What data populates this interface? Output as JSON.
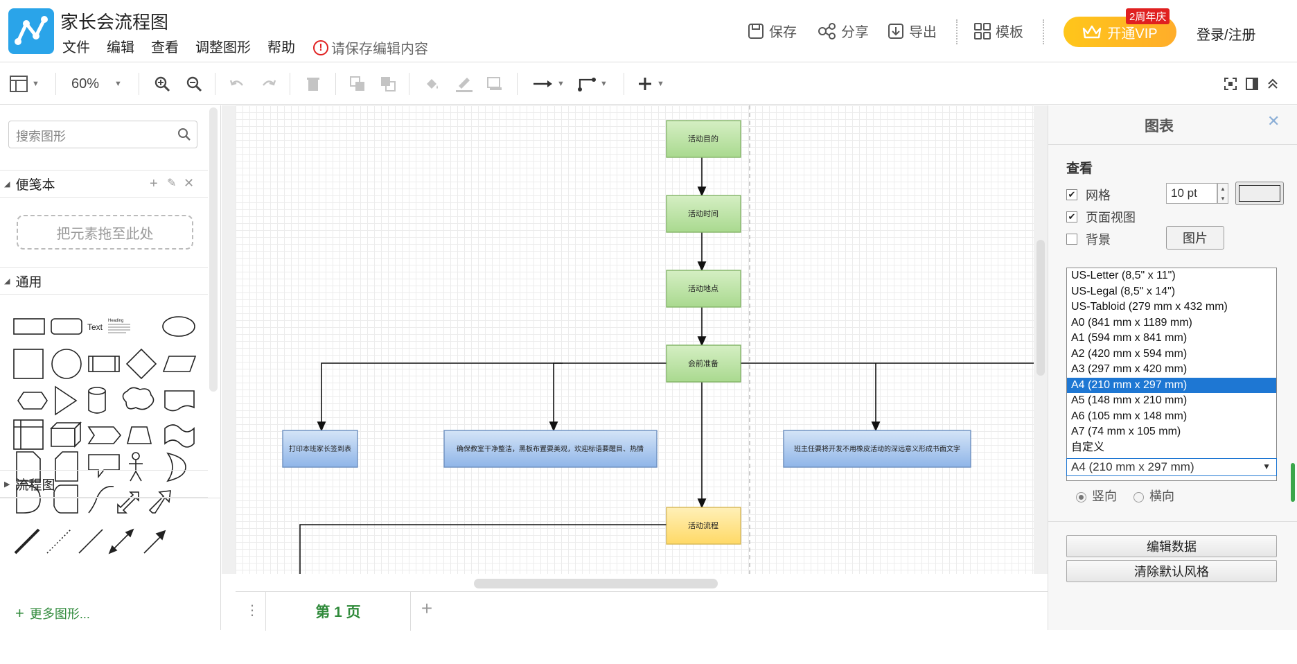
{
  "header": {
    "title": "家长会流程图",
    "menu": [
      "文件",
      "编辑",
      "查看",
      "调整图形",
      "帮助"
    ],
    "save_warning": "请保存编辑内容",
    "save": "保存",
    "share": "分享",
    "export": "导出",
    "template": "模板",
    "vip": "开通VIP",
    "vip_badge": "2周年庆",
    "login": "登录/注册"
  },
  "toolbar": {
    "zoom": "60%"
  },
  "left_panel": {
    "search_placeholder": "搜索图形",
    "scratchpad": "便笺本",
    "drop_hint": "把元素拖至此处",
    "general": "通用",
    "flowchart": "流程图",
    "more_shapes": "更多图形...",
    "shape_text": "Text",
    "shape_heading": "Heading"
  },
  "diagram": {
    "nodes": {
      "goal": "活动目的",
      "time": "活动时间",
      "place": "活动地点",
      "prep": "会前准备",
      "sign": "打印本班家长签到表",
      "clean": "确保教室干净整洁，黑板布置要美观，欢迎标语要醒目、热情",
      "teacher": "班主任要将开发不用橡皮活动的深远意义形成书面文字",
      "process": "活动流程"
    }
  },
  "pages": {
    "current": "第 1 页"
  },
  "right_panel": {
    "title": "图表",
    "view": "查看",
    "grid": "网格",
    "grid_size": "10 pt",
    "page_view": "页面视图",
    "background": "背景",
    "image_btn": "图片",
    "paper_options": [
      "US-Letter (8,5\" x 11\")",
      "US-Legal (8,5\" x 14\")",
      "US-Tabloid (279 mm x 432 mm)",
      "A0 (841 mm x 1189 mm)",
      "A1 (594 mm x 841 mm)",
      "A2 (420 mm x 594 mm)",
      "A3 (297 mm x 420 mm)",
      "A4 (210 mm x 297 mm)",
      "A5 (148 mm x 210 mm)",
      "A6 (105 mm x 148 mm)",
      "A7 (74 mm x 105 mm)",
      "自定义"
    ],
    "paper_selected": "A4 (210 mm x 297 mm)",
    "portrait": "竖向",
    "landscape": "横向",
    "edit_data": "编辑数据",
    "clear_style": "清除默认风格"
  },
  "colors": {
    "green_node": "#b9e0a5",
    "blue_node": "#a7c7f0",
    "yellow_node": "#ffe599",
    "accent": "#2f8a3a",
    "selection": "#1e77d3"
  }
}
